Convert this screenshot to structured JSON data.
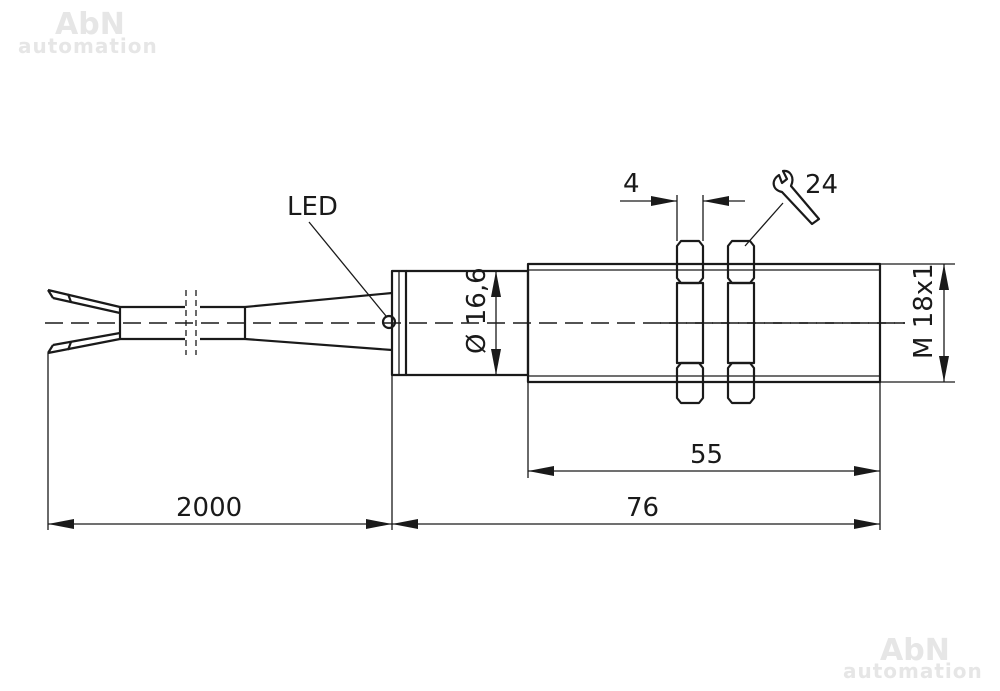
{
  "watermark": {
    "brand": "AbN",
    "sub": "automation"
  },
  "labels": {
    "led": "LED",
    "nut_width": "4",
    "wrench": "24",
    "diameter": "Ø 16,6",
    "thread": "M 18x1",
    "thread_length": "55",
    "body_length": "76",
    "cable_length": "2000"
  }
}
